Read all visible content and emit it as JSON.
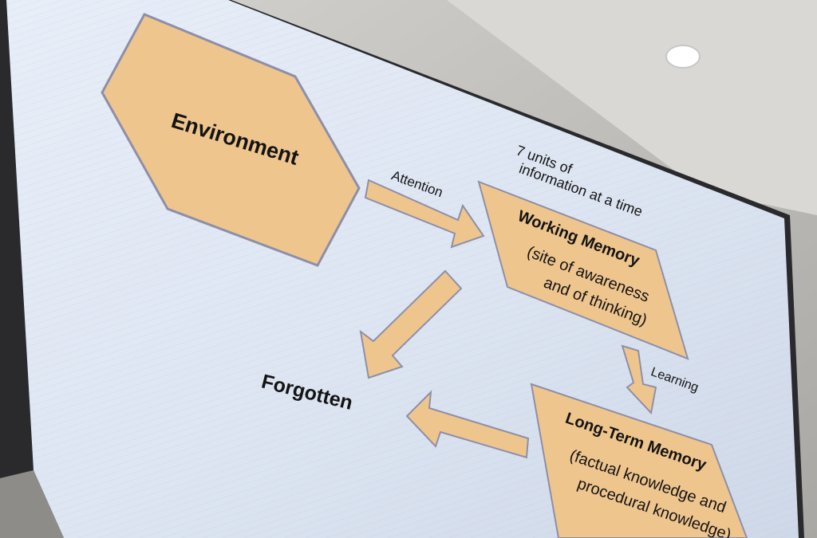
{
  "slide": {
    "environment": "Environment",
    "attention": "Attention",
    "capacity_line1": "7 units of",
    "capacity_line2": "information at a time",
    "working_memory_title": "Working Memory",
    "working_memory_line1": "(site of awareness",
    "working_memory_line2": "and of thinking)",
    "learning": "Learning",
    "long_term_title": "Long-Term Memory",
    "long_term_line1": "(factual knowledge and",
    "long_term_line2": "procedural knowledge)",
    "forgotten": "Forgotten"
  },
  "colors": {
    "slide_background": "#dfe7f3",
    "shape_fill": "#efc58e",
    "shape_stroke": "#8d8fa8",
    "text": "#141414",
    "wall": "#c4c2be",
    "ceiling_light": "#ffffff"
  }
}
